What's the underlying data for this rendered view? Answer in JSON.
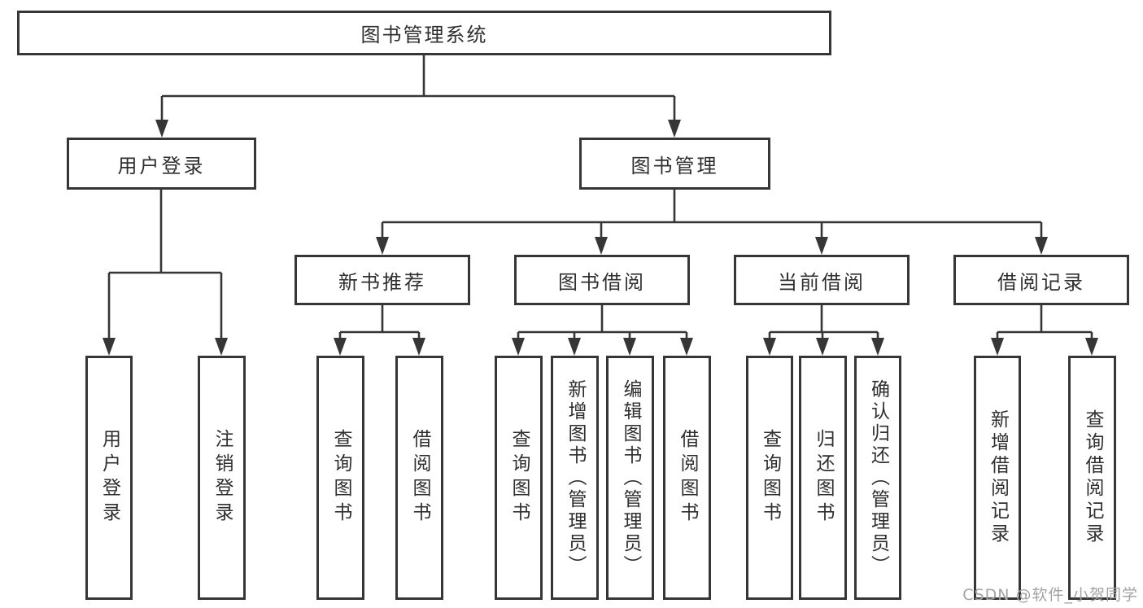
{
  "tree": {
    "label": "图书管理系统",
    "children": [
      {
        "label": "用户登录",
        "children": [
          {
            "label": "用户登录"
          },
          {
            "label": "注销登录"
          }
        ]
      },
      {
        "label": "图书管理",
        "children": [
          {
            "label": "新书推荐",
            "children": [
              {
                "label": "查询图书"
              },
              {
                "label": "借阅图书"
              }
            ]
          },
          {
            "label": "图书借阅",
            "children": [
              {
                "label": "查询图书"
              },
              {
                "label": "新增图书（管理员）"
              },
              {
                "label": "编辑图书（管理员）"
              },
              {
                "label": "借阅图书"
              }
            ]
          },
          {
            "label": "当前借阅",
            "children": [
              {
                "label": "查询图书"
              },
              {
                "label": "归还图书"
              },
              {
                "label": "确认归还（管理员）"
              }
            ]
          },
          {
            "label": "借阅记录",
            "children": [
              {
                "label": "新增借阅记录"
              },
              {
                "label": "查询借阅记录"
              }
            ]
          }
        ]
      }
    ]
  },
  "watermark": "CSDN @软件_小贺同学",
  "colors": {
    "line": "#363636",
    "text": "#2f2f2f",
    "watermark": "#a3a3a3",
    "background": "#ffffff"
  }
}
